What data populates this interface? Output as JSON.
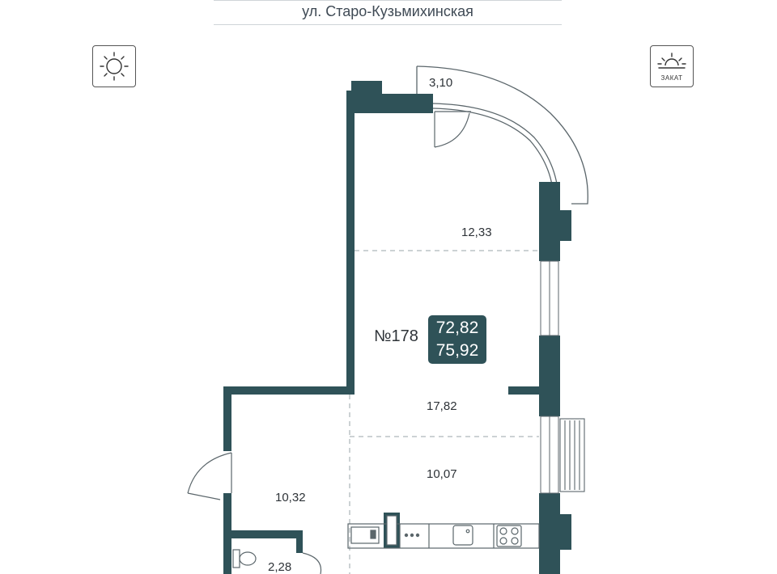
{
  "header": {
    "street": "ул. Старо-Кузьмихинская"
  },
  "compass": {
    "sunrise_icon": "sun-icon",
    "sunset_icon": "sunset-icon",
    "sunset_label": "ЗАКАТ"
  },
  "apartment": {
    "number": "№178",
    "area_living": "72,82",
    "area_total": "75,92"
  },
  "rooms": [
    {
      "id": "balcony",
      "area": "3,10"
    },
    {
      "id": "bedroom",
      "area": "12,33"
    },
    {
      "id": "living",
      "area": "17,82"
    },
    {
      "id": "kitchen",
      "area": "10,07"
    },
    {
      "id": "hall",
      "area": "10,32"
    },
    {
      "id": "bathroom",
      "area": "2,28"
    }
  ],
  "colors": {
    "wall": "#2f5258",
    "line": "#7a8a8f",
    "badge": "#2f5258"
  }
}
